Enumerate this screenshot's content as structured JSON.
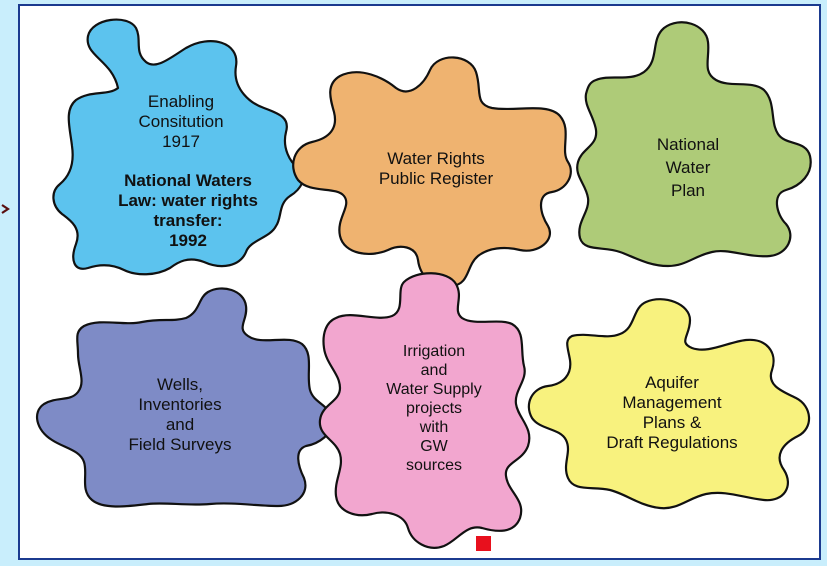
{
  "colors": {
    "page_bg": "#c9eefc",
    "frame_border": "#1b3a8f",
    "piece_stroke": "#111111",
    "marker": "#e8101d"
  },
  "pieces": [
    {
      "id": "constitution",
      "color": "#5cc3ee",
      "lines": [
        {
          "text": "Enabling",
          "bold": false
        },
        {
          "text": "Consitution",
          "bold": false
        },
        {
          "text": "1917",
          "bold": false
        },
        {
          "text": "National Waters",
          "bold": true
        },
        {
          "text": "Law: water rights",
          "bold": true
        },
        {
          "text": "transfer:",
          "bold": true
        },
        {
          "text": "1992",
          "bold": true
        }
      ]
    },
    {
      "id": "register",
      "color": "#efb370",
      "lines": [
        {
          "text": "Water Rights",
          "bold": false
        },
        {
          "text": "Public Register",
          "bold": false
        }
      ]
    },
    {
      "id": "water-plan",
      "color": "#aecb78",
      "lines": [
        {
          "text": "National",
          "bold": false
        },
        {
          "text": "Water",
          "bold": false
        },
        {
          "text": "Plan",
          "bold": false
        }
      ]
    },
    {
      "id": "wells",
      "color": "#7e8bc6",
      "lines": [
        {
          "text": "Wells,",
          "bold": false
        },
        {
          "text": "Inventories",
          "bold": false
        },
        {
          "text": "and",
          "bold": false
        },
        {
          "text": "Field Surveys",
          "bold": false
        }
      ]
    },
    {
      "id": "irrigation",
      "color": "#f2a6cf",
      "lines": [
        {
          "text": "Irrigation",
          "bold": false
        },
        {
          "text": "and",
          "bold": false
        },
        {
          "text": "Water Supply",
          "bold": false
        },
        {
          "text": "projects",
          "bold": false
        },
        {
          "text": "with",
          "bold": false
        },
        {
          "text": "GW",
          "bold": false
        },
        {
          "text": "sources",
          "bold": false
        }
      ]
    },
    {
      "id": "aquifer",
      "color": "#f8f27e",
      "lines": [
        {
          "text": "Aquifer",
          "bold": false
        },
        {
          "text": "Management",
          "bold": false
        },
        {
          "text": "Plans &",
          "bold": false
        },
        {
          "text": "Draft Regulations",
          "bold": false
        }
      ]
    }
  ]
}
